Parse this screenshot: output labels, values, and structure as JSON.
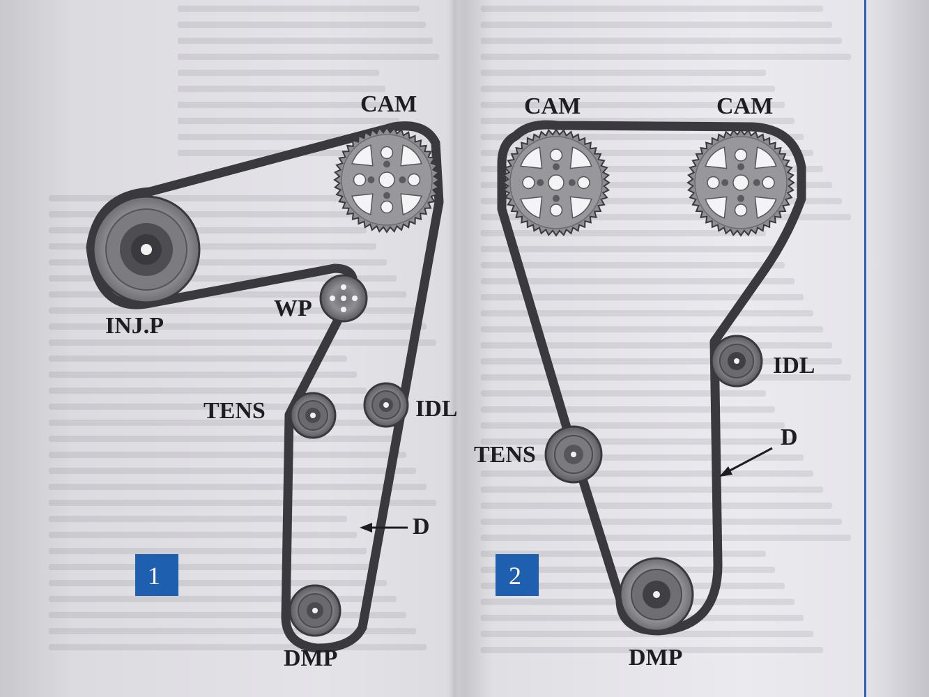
{
  "figure_1": {
    "number": "1",
    "labels": {
      "cam": "CAM",
      "inj_p": "INJ.P",
      "wp": "WP",
      "tens": "TENS",
      "idl": "IDL",
      "dmp": "DMP",
      "d": "D"
    }
  },
  "figure_2": {
    "number": "2",
    "labels": {
      "cam_left": "CAM",
      "cam_right": "CAM",
      "idl": "IDL",
      "tens": "TENS",
      "dmp": "DMP",
      "d": "D"
    }
  },
  "colors": {
    "belt": "#3a393d",
    "badge": "#1f5fb0",
    "pulley": "#8a8a8e"
  }
}
